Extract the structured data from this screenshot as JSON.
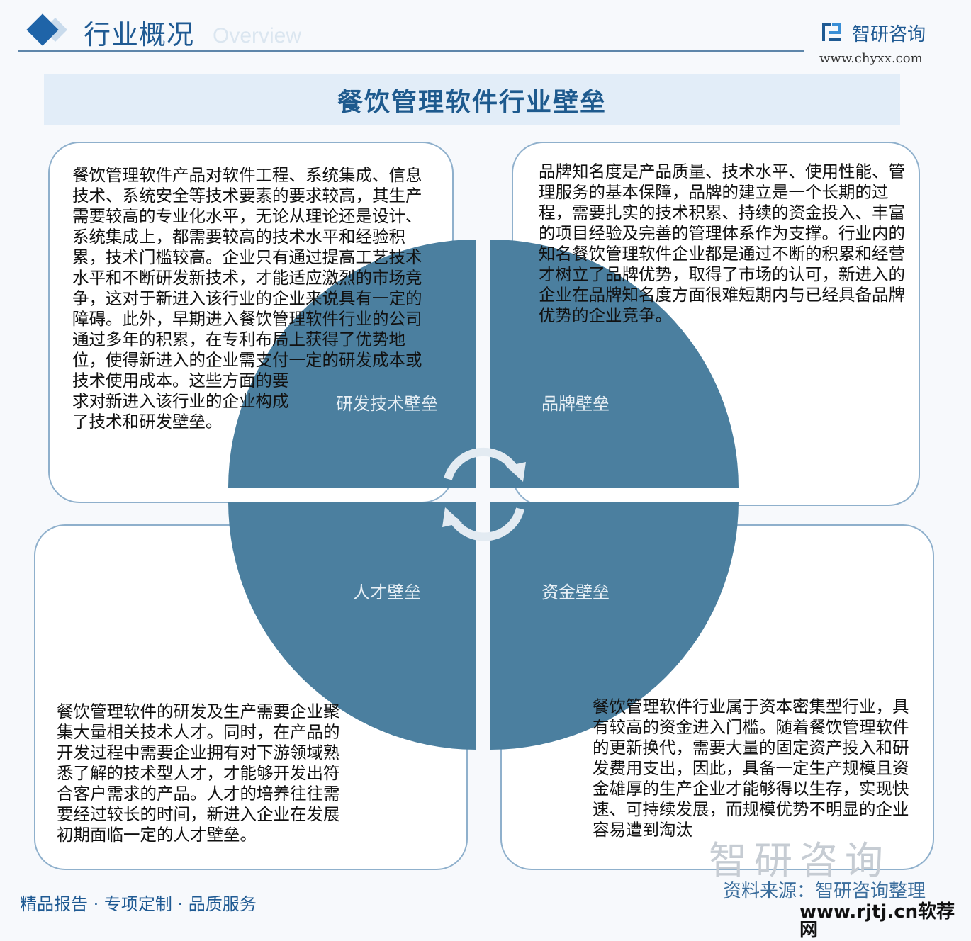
{
  "header": {
    "section_title": "行业概况",
    "section_subtitle": "Overview",
    "brand_name": "智研咨询",
    "brand_url": "www.chyxx.com"
  },
  "banner": {
    "title": "餐饮管理软件行业壁垒"
  },
  "colors": {
    "circle": "#4b7f9f",
    "accent": "#1f5a93",
    "box_border": "#8fb0cc",
    "banner_bg": "#e2edf8"
  },
  "quadrants": [
    {
      "label": "研发技术壁垒",
      "text": "餐饮管理软件产品对软件工程、系统集成、信息技术、系统安全等技术要素的要求较高，其生产需要较高的专业化水平，无论从理论还是设计、系统集成上，都需要较高的技术水平和经验积累，技术门槛较高。企业只有通过提高工艺技术水平和不断研发新技术，才能适应激烈的市场竞争，这对于新进入该行业的企业来说具有一定的障碍。此外，早期进入餐饮管理软件行业的公司通过多年的积累，在专利布局上获得了优势地位，使得新进入的企业需支付一定的研发成本或技术使用成本。这些方面的要求对新进入该行业的企业构成了技术和研发壁垒。"
    },
    {
      "label": "品牌壁垒",
      "text": "品牌知名度是产品质量、技术水平、使用性能、管理服务的基本保障，品牌的建立是一个长期的过程，需要扎实的技术积累、持续的资金投入、丰富的项目经验及完善的管理体系作为支撑。行业内的知名餐饮管理软件企业都是通过不断的积累和经营才树立了品牌优势，取得了市场的认可，新进入的企业在品牌知名度方面很难短期内与已经具备品牌优势的企业竞争。"
    },
    {
      "label": "人才壁垒",
      "text": "餐饮管理软件的研发及生产需要企业聚集大量相关技术人才。同时，在产品的开发过程中需要企业拥有对下游领域熟悉了解的技术型人才，才能够开发出符合客户需求的产品。人才的培养往往需要经过较长的时间，新进入企业在发展初期面临一定的人才壁垒。"
    },
    {
      "label": "资金壁垒",
      "text": "餐饮管理软件行业属于资本密集型行业，具有较高的资金进入门槛。随着餐饮管理软件的更新换代，需要大量的固定资产投入和研发费用支出，因此，具备一定生产规模且资金雄厚的生产企业才能够得以生存，实现快速、可持续发展，而规模优势不明显的企业容易遭到淘汰"
    }
  ],
  "footer": {
    "slogan": "精品报告 · 专项定制 · 品质服务",
    "source": "资料来源：智研咨询整理",
    "watermark_logo": "智研咨询",
    "watermark_site": "www.rjtj.cn软荐网"
  }
}
